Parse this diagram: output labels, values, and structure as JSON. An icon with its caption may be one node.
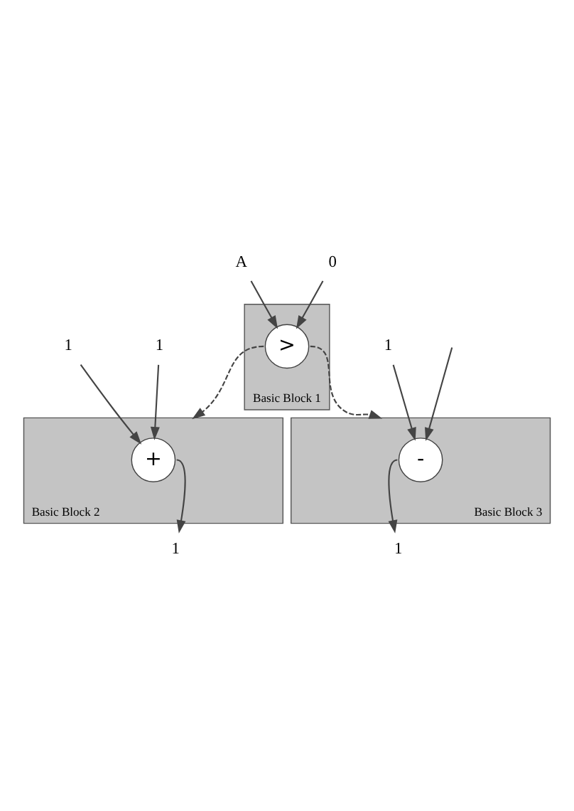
{
  "diagram": {
    "nodes": [
      {
        "text": [
          "Basic Block 1"
        ]
      },
      {
        "text": [
          ">"
        ],
        "in": 0
      },
      {
        "text": [
          "A"
        ]
      },
      {
        "text": [
          "0"
        ]
      },
      {
        "text": [
          "1"
        ]
      },
      {
        "text": [
          "1"
        ]
      },
      {
        "text": [
          "Basic Block 2"
        ]
      },
      {
        "text": [
          "+"
        ],
        "in": 6
      },
      {
        "text": [
          "1"
        ]
      },
      {
        "text": [
          "Basic Block 3"
        ]
      },
      {
        "text": [
          "-"
        ],
        "in": 9
      },
      {
        "text": [
          "1"
        ]
      },
      {
        "text": [
          "1"
        ]
      }
    ],
    "edges": [
      {
        "from": 2,
        "to": 1,
        "arrow": "to"
      },
      {
        "from": 3,
        "to": 1,
        "arrow": "to"
      },
      {
        "from": 1,
        "to": 6,
        "arrow": "to",
        "style": "dashed"
      },
      {
        "from": 1,
        "to": 9,
        "arrow": "to",
        "style": "dashed"
      },
      {
        "from": 5,
        "to": 7,
        "arrow": "to"
      },
      {
        "from": 4,
        "to": 7,
        "arrow": "to"
      },
      {
        "from": 8,
        "to": 10,
        "arrow": "to"
      },
      {
        "from": null,
        "to": 10,
        "arrow": "to"
      },
      {
        "from": 7,
        "to": 11,
        "arrow": "to"
      },
      {
        "from": 10,
        "to": 12,
        "arrow": "to"
      }
    ]
  }
}
